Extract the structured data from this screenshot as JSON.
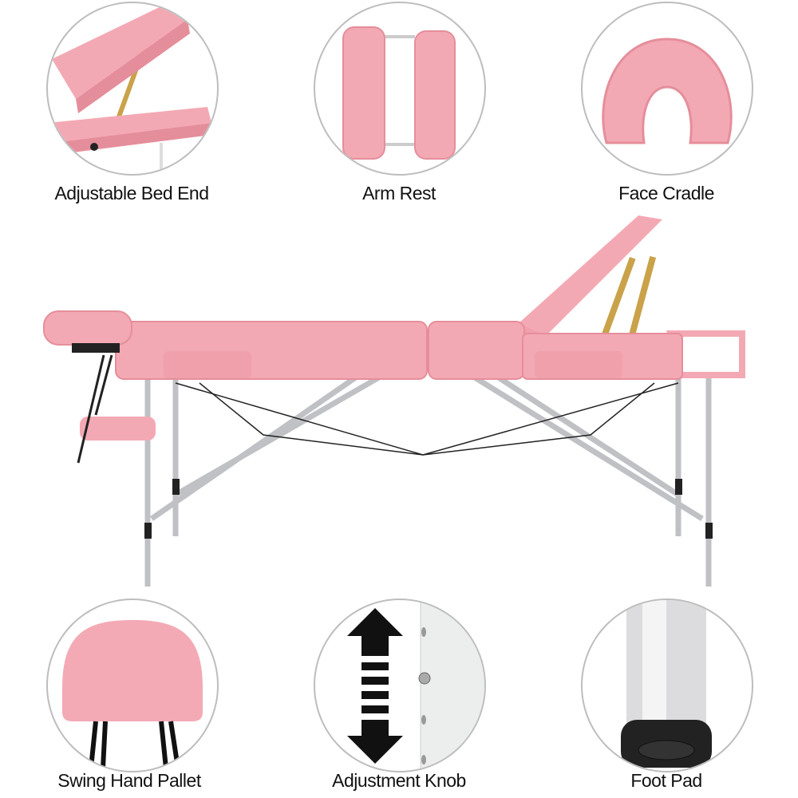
{
  "features": [
    {
      "label": "Adjustable Bed End",
      "icon": "adjustable-bed-end"
    },
    {
      "label": "Arm Rest",
      "icon": "arm-rest"
    },
    {
      "label": "Face Cradle",
      "icon": "face-cradle"
    },
    {
      "label": "Swing Hand Pallet",
      "icon": "swing-hand-pallet"
    },
    {
      "label": "Adjustment Knob",
      "icon": "adjustment-knob"
    },
    {
      "label": "Foot Pad",
      "icon": "foot-pad"
    }
  ],
  "colors": {
    "pink": "#f3a9b3",
    "pink_dark": "#e58e9b",
    "aluminum": "#d9dadc",
    "border": "#bdbdbd"
  }
}
